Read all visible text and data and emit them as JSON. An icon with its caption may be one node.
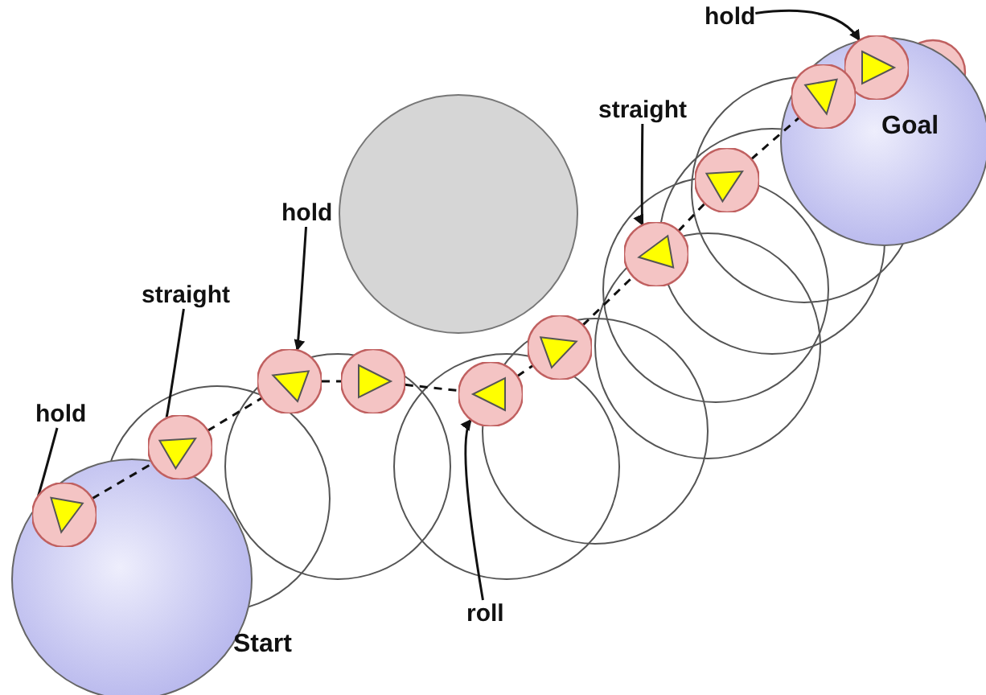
{
  "diagram": {
    "nodes": [
      {
        "text": [
          "Start"
        ]
      },
      {
        "text": [
          "Goal"
        ]
      },
      {
        "text": [
          "hold"
        ]
      },
      {
        "text": [],
        "shape": "circle",
        "in": 0
      },
      {
        "text": [
          "straight"
        ]
      },
      {
        "text": [],
        "shape": "circle"
      },
      {
        "text": [
          "hold"
        ]
      },
      {
        "text": [],
        "shape": "circle"
      },
      {
        "text": [
          "roll"
        ]
      },
      {
        "text": [],
        "shape": "circle"
      },
      {
        "text": [
          "straight"
        ]
      },
      {
        "text": [],
        "shape": "circle"
      },
      {
        "text": [
          "hold"
        ]
      },
      {
        "text": [],
        "shape": "circle",
        "in": 1
      },
      {
        "text": [],
        "shape": "circle"
      },
      {
        "text": [],
        "shape": "circle"
      },
      {
        "text": [],
        "shape": "circle"
      },
      {
        "text": [],
        "shape": "circle",
        "in": 1
      },
      {
        "text": [],
        "shape": "circle"
      }
    ],
    "edges": [
      {
        "from": 2,
        "to": 3,
        "arrow": "to"
      },
      {
        "from": 4,
        "to": 5,
        "arrow": "to"
      },
      {
        "from": 6,
        "to": 7,
        "arrow": "to"
      },
      {
        "from": 8,
        "to": 9,
        "arrow": "to"
      },
      {
        "from": 10,
        "to": 11,
        "arrow": "to"
      },
      {
        "from": 12,
        "to": 13,
        "arrow": "to"
      },
      {
        "from": 3,
        "to": 5,
        "arrow": "none",
        "style": "dashed"
      },
      {
        "from": 5,
        "to": 7,
        "arrow": "none",
        "style": "dashed"
      },
      {
        "from": 7,
        "to": 14,
        "arrow": "none",
        "style": "dashed"
      },
      {
        "from": 14,
        "to": 9,
        "arrow": "none",
        "style": "dashed"
      },
      {
        "from": 9,
        "to": 15,
        "arrow": "none",
        "style": "dashed"
      },
      {
        "from": 15,
        "to": 11,
        "arrow": "none",
        "style": "dashed"
      },
      {
        "from": 11,
        "to": 16,
        "arrow": "none",
        "style": "dashed"
      },
      {
        "from": 16,
        "to": 17,
        "arrow": "none",
        "style": "dashed"
      }
    ]
  }
}
